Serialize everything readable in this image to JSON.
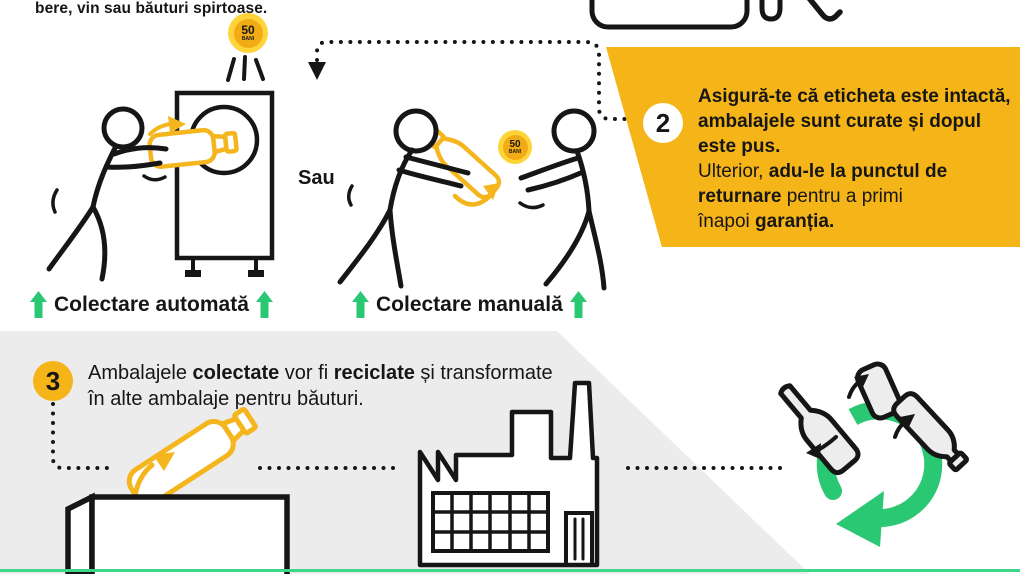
{
  "intro": {
    "tail_text": "bere, vin sau băuturi spirtoase."
  },
  "coin": {
    "value": "50",
    "unit": "BANI"
  },
  "collection": {
    "or_label": "Sau",
    "automatic_label": "Colectare automată",
    "manual_label": "Colectare manuală"
  },
  "steps": {
    "step2": {
      "number": "2",
      "seg1": "Asigură-te că eticheta este intactă, ambalajele sunt curate și dopul este pus.",
      "seg2": "Ulterior, ",
      "seg3": "adu-le la punctul de returnare",
      "seg4": " pentru a primi",
      "seg5": "înapoi ",
      "seg6": "garanția."
    },
    "step3": {
      "number": "3",
      "seg1": "Ambalajele ",
      "seg2": "colectate",
      "seg3": " vor fi ",
      "seg4": "reciclate",
      "seg5": " și transformate în alte ambalaje pentru băuturi."
    }
  },
  "colors": {
    "accent_yellow": "#F5B417",
    "coin_outer": "#FFD43A",
    "coin_inner": "#F1AC15",
    "green": "#2BC874",
    "section_gray": "#ECECEC",
    "bottle_yellow": "#F4B51D",
    "ink_black": "#161616",
    "footer_line_green": "#3ED68B"
  }
}
